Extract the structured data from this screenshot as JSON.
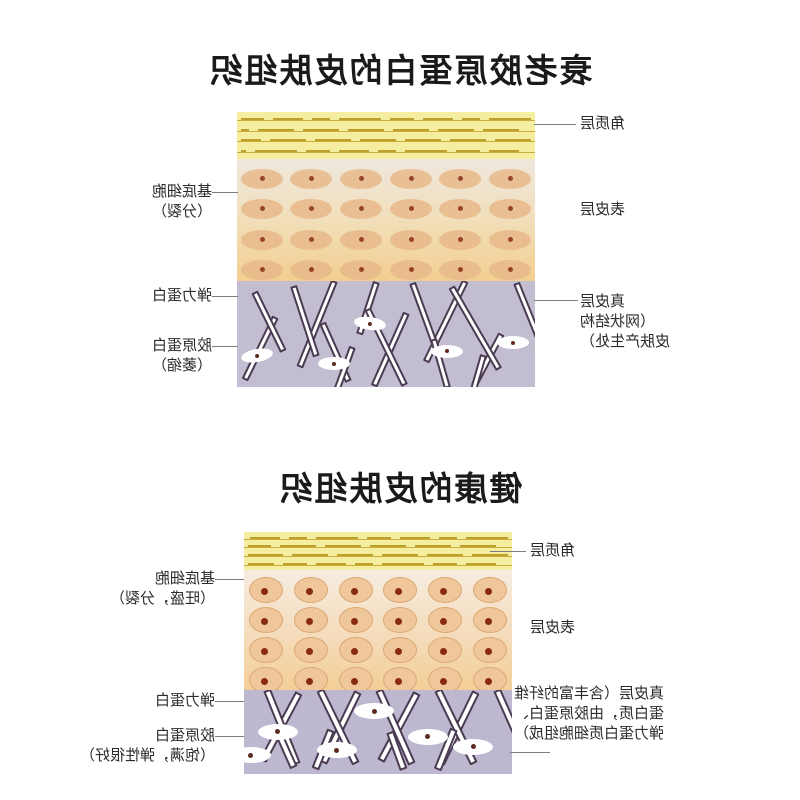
{
  "meta": {
    "mirrored": true,
    "background": "#ffffff"
  },
  "sections": [
    {
      "id": "aged",
      "title": "衰老胶原蛋白的皮肤组织",
      "labels_left": [
        {
          "name": "stratum-corneum",
          "text": "角质层"
        },
        {
          "name": "epidermis",
          "text": "表皮层"
        },
        {
          "name": "dermis",
          "text": "真皮层\n（网状结构\n皮肤产生处）"
        }
      ],
      "labels_right": [
        {
          "name": "basal-cell",
          "text": "基底细胞\n（分裂）"
        },
        {
          "name": "elastin",
          "text": "弹力蛋白"
        },
        {
          "name": "collagen",
          "text": "胶原蛋白\n（萎缩）"
        }
      ]
    },
    {
      "id": "healthy",
      "title": "健康的皮肤组织",
      "labels_left": [
        {
          "name": "stratum-corneum",
          "text": "角质层"
        },
        {
          "name": "epidermis",
          "text": "表皮层"
        },
        {
          "name": "dermis",
          "text": "真皮层（含丰富的纤维\n蛋白质，由胶原蛋白、\n弹力蛋白质细胞组成）"
        }
      ],
      "labels_right": [
        {
          "name": "basal-cell",
          "text": "基底细胞\n（旺盛，分裂）"
        },
        {
          "name": "elastin",
          "text": "弹力蛋白"
        },
        {
          "name": "collagen",
          "text": "胶原蛋白\n（饱满，弹性很好）"
        }
      ]
    }
  ],
  "colors": {
    "corneum": "#f5eda0",
    "corneum_streak": "#bda12c",
    "epidermis_top": "#efe7dd",
    "epidermis_bottom": "#f2cf8f",
    "cell": "#e8b98a",
    "nucleus": "#8a2a13",
    "dermis": "#c3bdd2",
    "fiber_outline": "#4b3b52",
    "fiber_fill": "#ffffff",
    "text": "#2b2b2b",
    "leader": "#7d7d7d"
  }
}
